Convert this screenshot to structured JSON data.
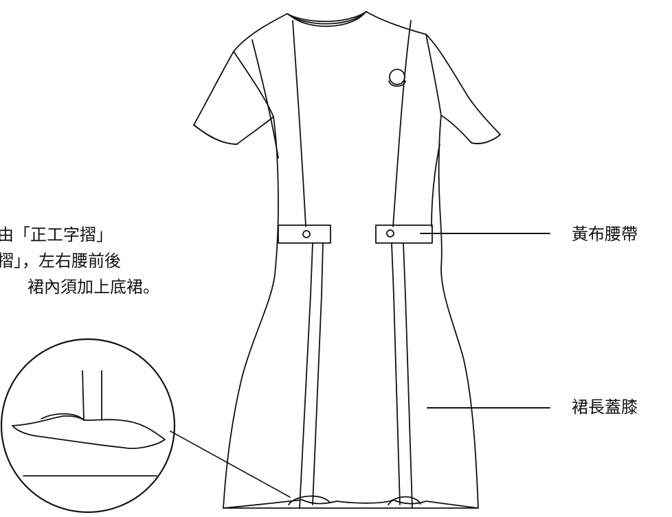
{
  "notes": {
    "line1": "由「正工字摺」",
    "line2": "摺」，左右腰前後",
    "line3": "裙內須加上底裙。"
  },
  "labels": {
    "belt": "黃布腰帶",
    "skirt_length": "裙長蓋膝"
  }
}
